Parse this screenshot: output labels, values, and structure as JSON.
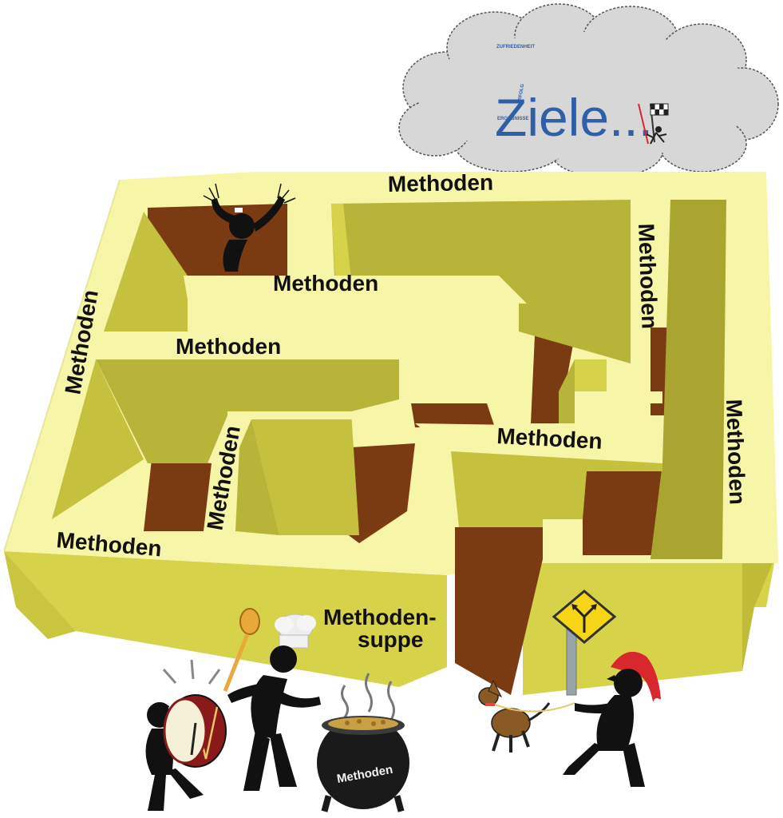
{
  "cloud": {
    "title": "Ziele...",
    "small_words": [
      "ZUFRIEDENHEIT",
      "ERFOLG",
      "ERGEBNISSE"
    ]
  },
  "maze": {
    "wall_labels": [
      "Methoden",
      "Methoden",
      "Methoden",
      "Methoden",
      "Methoden",
      "Methoden",
      "Methoden",
      "Methoden",
      "Methoden"
    ],
    "soup_label_line1": "Methoden-",
    "soup_label_line2": "suppe"
  },
  "pot": {
    "label": "Methoden"
  },
  "colors": {
    "wall_top": "#f7f5a8",
    "wall_side_light": "#d6d24a",
    "wall_side_dark": "#a9a530",
    "floor": "#7a3b12",
    "figure": "#111111",
    "cap": "#d8282e"
  },
  "icons": [
    "cloud-icon",
    "checkered-flag-icon",
    "frustrated-figure-icon",
    "drummer-figure-icon",
    "chef-figure-icon",
    "cooking-pot-icon",
    "road-sign-icon",
    "dog-icon",
    "walker-figure-icon"
  ]
}
